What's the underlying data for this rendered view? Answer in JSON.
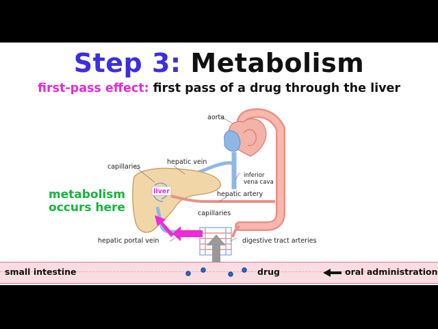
{
  "title": {
    "step": "Step 3:",
    "rest": "Metabolism"
  },
  "subtitle": {
    "term": "first-pass effect:",
    "definition": "first pass of a drug through the liver"
  },
  "labels": {
    "aorta": "aorta",
    "hepatic_vein": "hepatic vein",
    "capillaries_top": "capillaries",
    "inferior_vena_cava_1": "inferior",
    "inferior_vena_cava_2": "vena cava",
    "liver": "liver",
    "hepatic_artery": "hepatic artery",
    "capillaries_bottom": "capillaries",
    "hepatic_portal_vein": "hepatic portal vein",
    "digestive_tract_arteries": "digestive tract arteries"
  },
  "callout": {
    "line1": "metabolism",
    "line2": "occurs here"
  },
  "strip": {
    "small_intestine": "small intestine",
    "drug": "drug",
    "oral_administration": "oral administration"
  },
  "colors": {
    "title_accent": "#3c2ee0",
    "term": "#e42ad9",
    "callout": "#13b63a",
    "artery": "#f2a59a",
    "vein": "#8fb7e6",
    "liver": "#f1d7a8",
    "pointer": "#f02ad6",
    "drug_dot": "#2b67c9"
  }
}
